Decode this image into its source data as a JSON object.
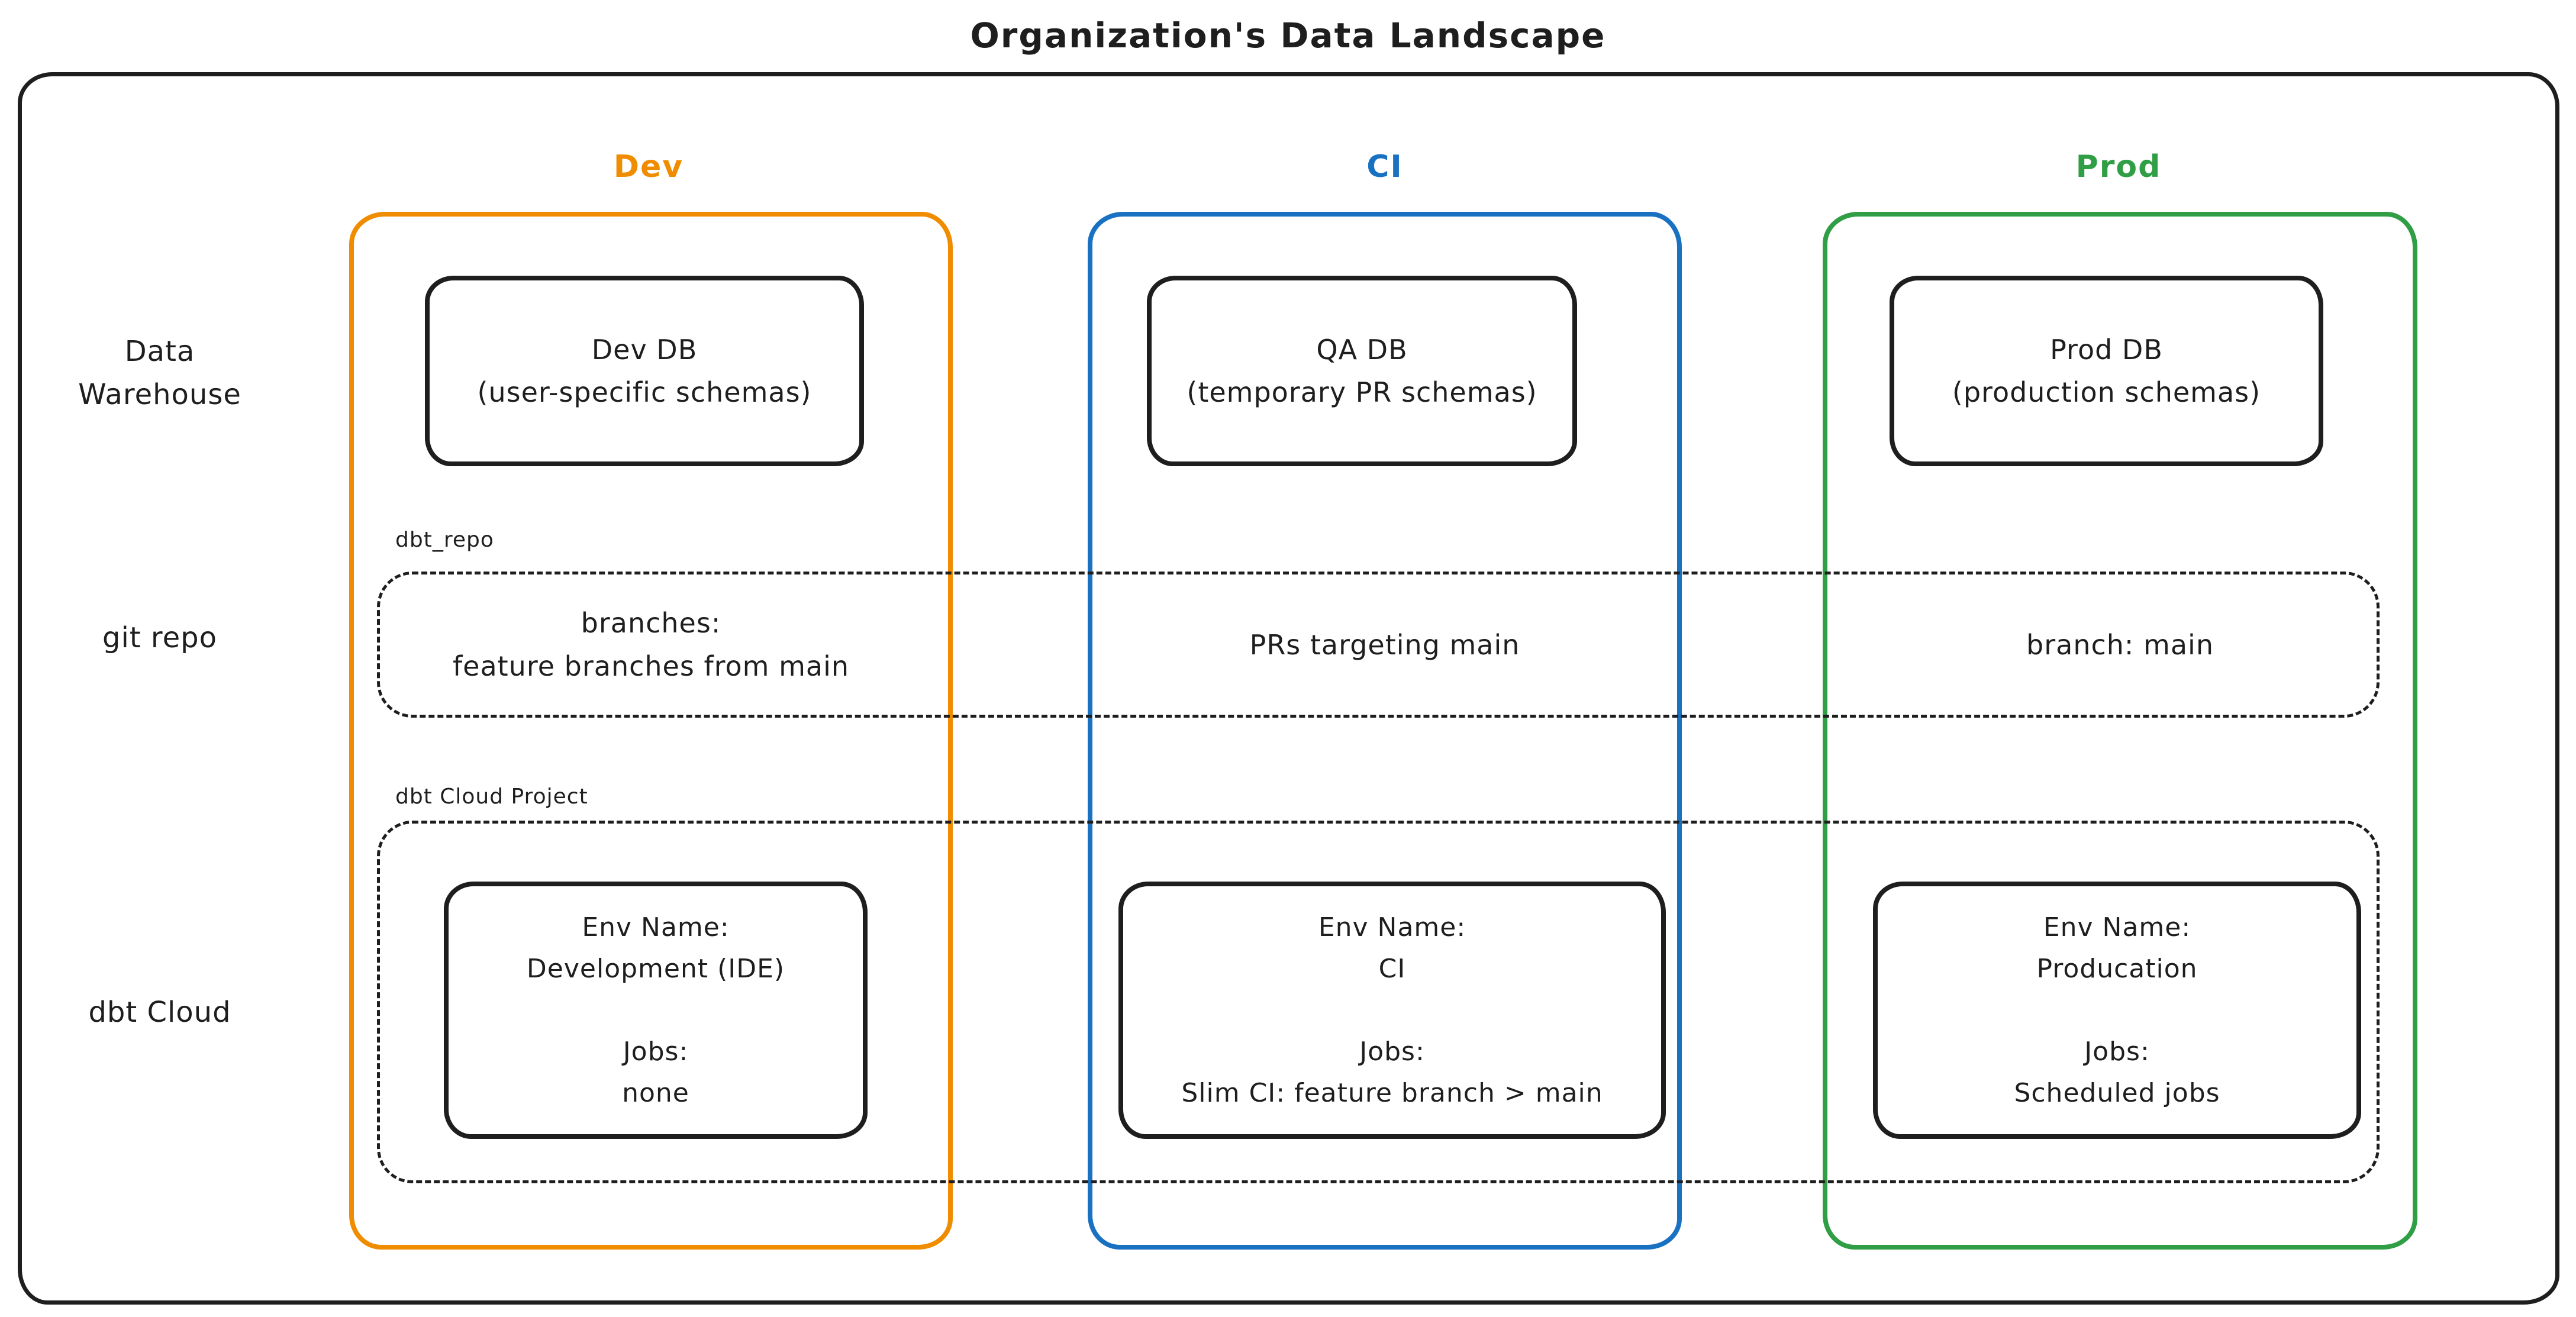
{
  "title": "Organization's Data Landscape",
  "colors": {
    "dev_accent": "#f08c00",
    "ci_accent": "#1971c2",
    "prod_accent": "#2f9e44",
    "ink": "#1e1e1e"
  },
  "columns": {
    "dev": {
      "label": "Dev"
    },
    "ci": {
      "label": "CI"
    },
    "prod": {
      "label": "Prod"
    }
  },
  "row_labels": {
    "warehouse_line1": "Data",
    "warehouse_line2": "Warehouse",
    "git": "git repo",
    "dbt": "dbt Cloud"
  },
  "warehouse": {
    "dev": {
      "line1": "Dev DB",
      "line2": "(user-specific schemas)"
    },
    "ci": {
      "line1": "QA DB",
      "line2": "(temporary PR schemas)"
    },
    "prod": {
      "line1": "Prod DB",
      "line2": "(production schemas)"
    }
  },
  "git_repo": {
    "container_label": "dbt_repo",
    "dev": {
      "line1": "branches:",
      "line2": "feature branches from main"
    },
    "ci": {
      "line1": "PRs targeting main"
    },
    "prod": {
      "line1": "branch: main"
    }
  },
  "dbt_cloud": {
    "container_label": "dbt Cloud Project",
    "dev": {
      "env_label": "Env Name:",
      "env_value": "Development (IDE)",
      "jobs_label": "Jobs:",
      "jobs_value": "none"
    },
    "ci": {
      "env_label": "Env Name:",
      "env_value": "CI",
      "jobs_label": "Jobs:",
      "jobs_value": "Slim CI: feature branch > main"
    },
    "prod": {
      "env_label": "Env Name:",
      "env_value": "Producation",
      "jobs_label": "Jobs:",
      "jobs_value": "Scheduled jobs"
    }
  }
}
